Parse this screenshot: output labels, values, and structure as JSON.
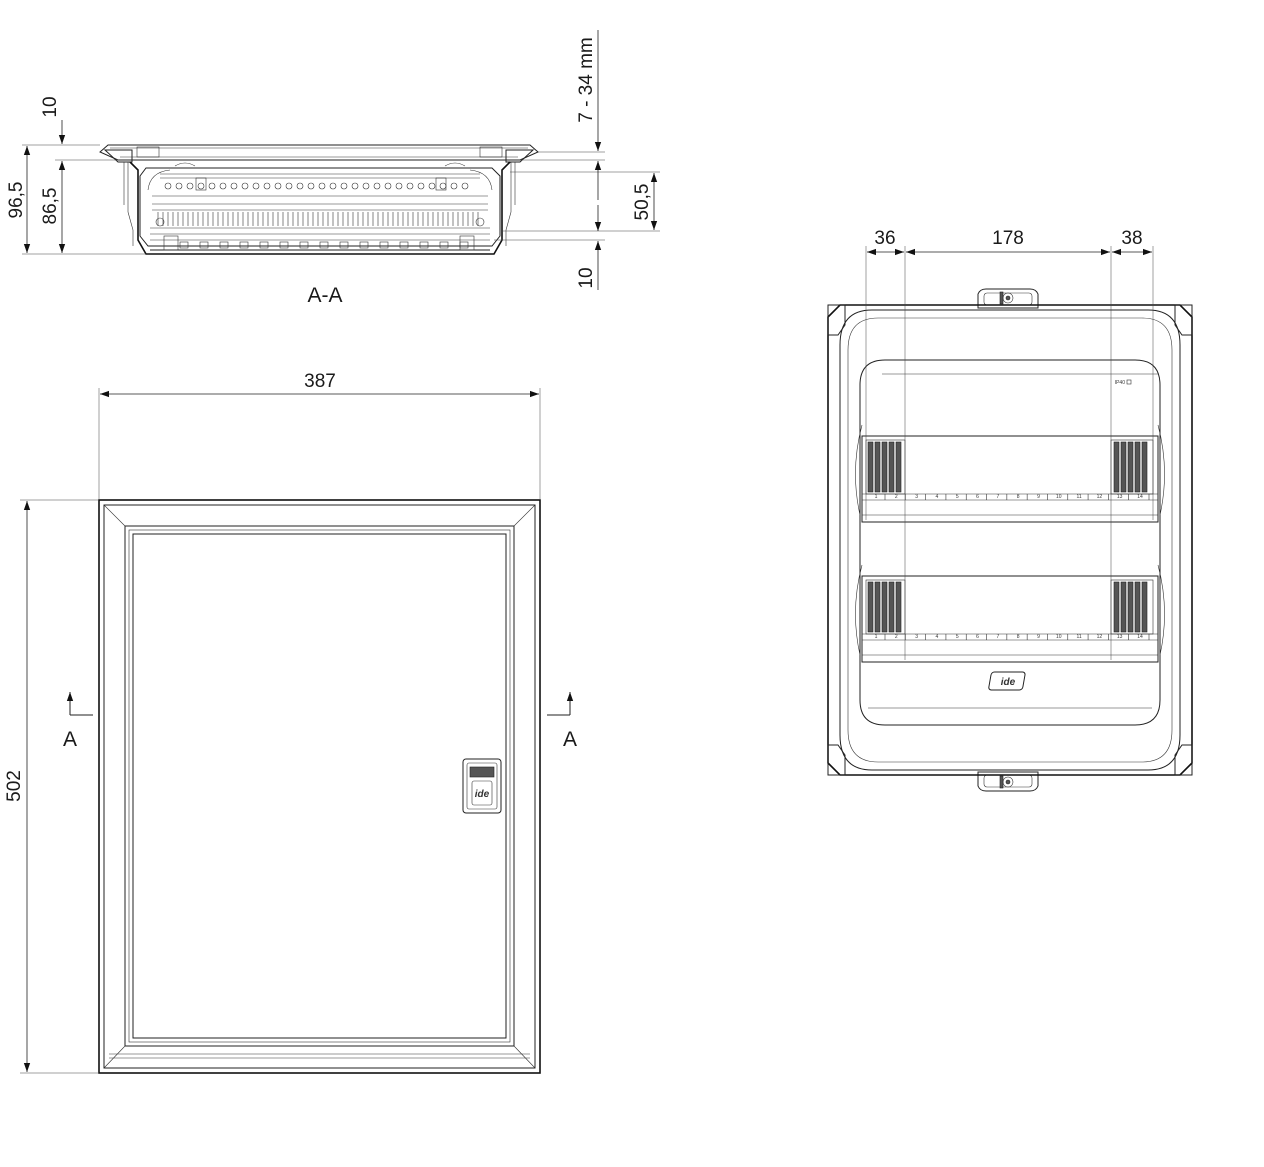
{
  "section_view": {
    "title": "A-A",
    "dims": {
      "total_depth": "96,5",
      "inner_depth": "86,5",
      "top_offset": "10",
      "bottom_offset": "10",
      "wall_range": "7  - 34 mm",
      "mid_depth": "50,5"
    }
  },
  "front_view": {
    "width": "387",
    "height": "502",
    "section_marker_left": "A",
    "section_marker_right": "A",
    "lock_logo": "ide"
  },
  "interior_view": {
    "left_margin": "36",
    "rail_width": "178",
    "right_margin": "38",
    "ip_rating": "IP40",
    "logo": "ide",
    "module_numbers": [
      "1",
      "2",
      "3",
      "4",
      "5",
      "6",
      "7",
      "8",
      "9",
      "10",
      "11",
      "12",
      "13",
      "14"
    ]
  }
}
